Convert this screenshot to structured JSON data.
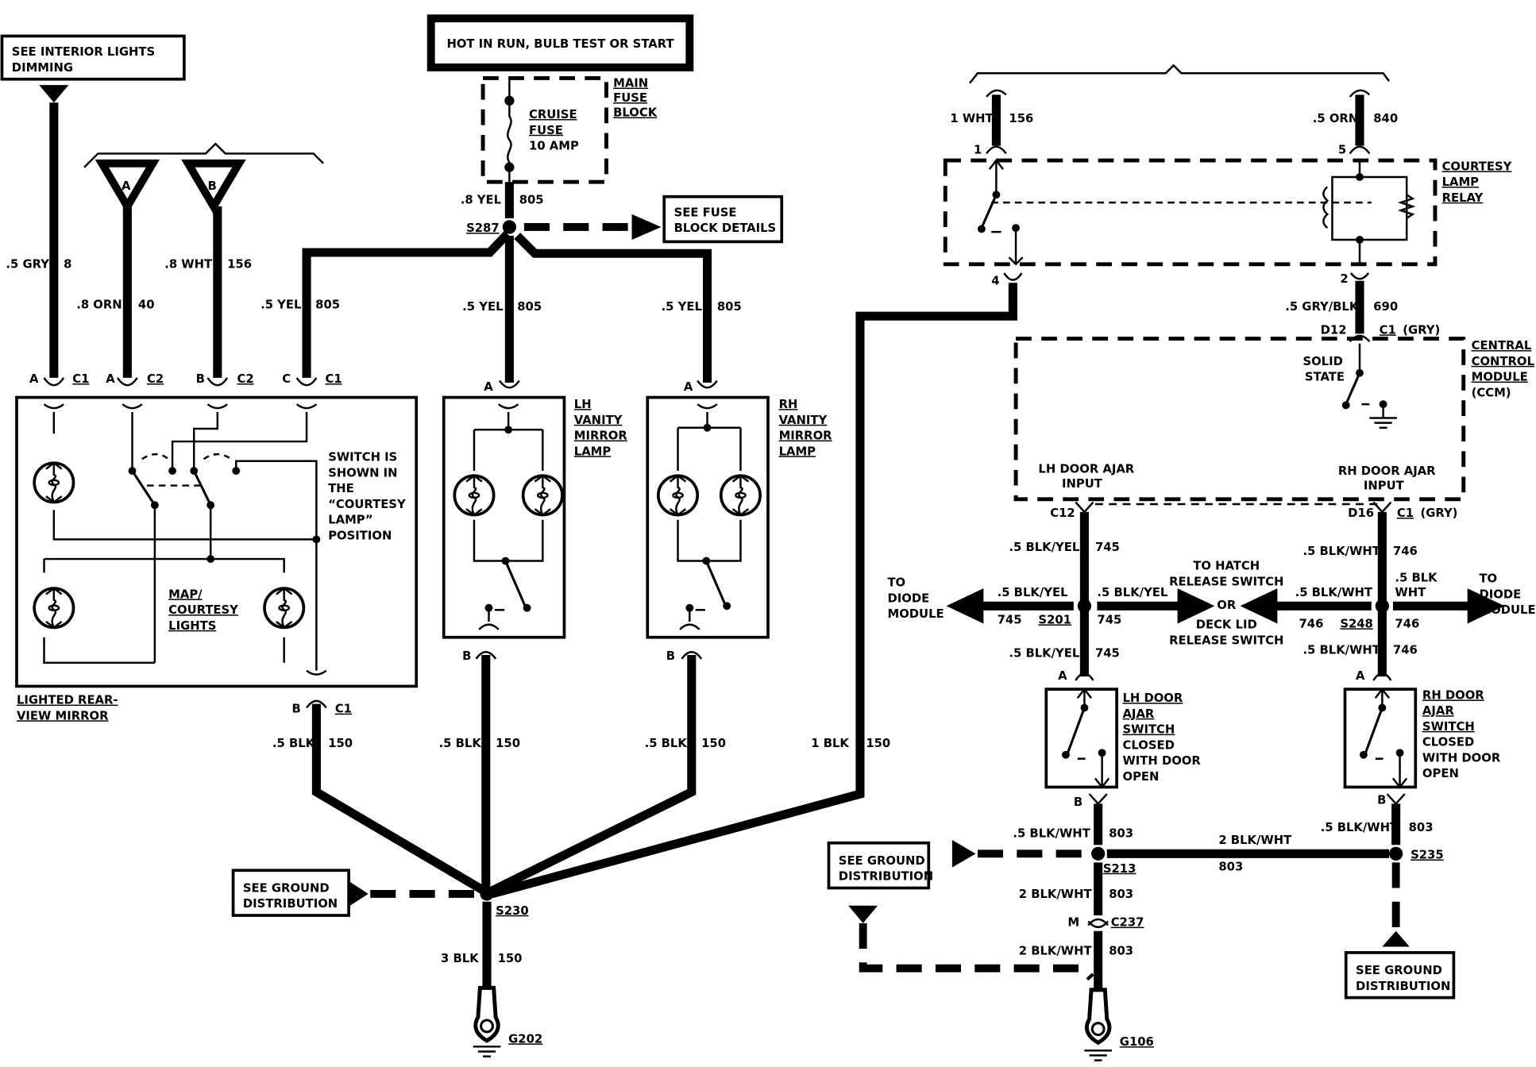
{
  "diagram": {
    "type": "wiring-schematic",
    "title": "Courtesy / Interior Lamp Circuit",
    "colors": {
      "ink": "#000000",
      "background": "#ffffff"
    }
  },
  "power_source": {
    "label": "HOT IN RUN, BULB TEST OR START",
    "fuse_block_label": [
      "MAIN",
      "FUSE",
      "BLOCK"
    ],
    "fuse_label": [
      "CRUISE",
      "FUSE",
      "10 AMP"
    ],
    "feed_wire": {
      "gauge_color": ".8 YEL",
      "circuit": "805"
    },
    "splice": "S287",
    "see_fuse_block": [
      "SEE FUSE",
      "BLOCK DETAILS"
    ]
  },
  "interior_lights_ref": [
    "SEE INTERIOR LIGHTS",
    "DIMMING"
  ],
  "connectors_ab": [
    "A",
    "B"
  ],
  "rearview_mirror": {
    "label": [
      "LIGHTED REAR-",
      "VIEW MIRROR"
    ],
    "switch_note": [
      "SWITCH IS",
      "SHOWN IN",
      "THE",
      "“COURTESY",
      "LAMP”",
      "POSITION"
    ],
    "lights_label": [
      "MAP/",
      "COURTESY",
      "LIGHTS"
    ],
    "inputs": [
      {
        "gauge_color": ".5 GRY",
        "circuit": "8",
        "pin": "A",
        "connector": "C1"
      },
      {
        "gauge_color": ".8 ORN",
        "circuit": "40",
        "pin": "A",
        "connector": "C2"
      },
      {
        "gauge_color": ".8 WHT",
        "circuit": "156",
        "pin": "B",
        "connector": "C2"
      },
      {
        "gauge_color": ".5 YEL",
        "circuit": "805",
        "pin": "C",
        "connector": "C1"
      }
    ],
    "ground": {
      "gauge_color": ".5 BLK",
      "circuit": "150",
      "pin": "B",
      "connector": "C1"
    }
  },
  "lh_vanity": {
    "label": [
      "LH",
      "VANITY",
      "MIRROR",
      "LAMP"
    ],
    "input": {
      "gauge_color": ".5 YEL",
      "circuit": "805",
      "pin": "A"
    },
    "ground": {
      "gauge_color": ".5 BLK",
      "circuit": "150",
      "pin": "B"
    }
  },
  "rh_vanity": {
    "label": [
      "RH",
      "VANITY",
      "MIRROR",
      "LAMP"
    ],
    "input": {
      "gauge_color": ".5 YEL",
      "circuit": "805",
      "pin": "A"
    },
    "ground": {
      "gauge_color": ".5 BLK",
      "circuit": "150",
      "pin": "B"
    }
  },
  "relay_ground": {
    "gauge_color": "1 BLK",
    "circuit": "150"
  },
  "ground_left": {
    "splice": "S230",
    "see_ground": [
      "SEE GROUND",
      "DISTRIBUTION"
    ],
    "to_ground": {
      "gauge_color": "3 BLK",
      "circuit": "150"
    },
    "ground_point": "G202"
  },
  "courtesy_relay": {
    "label": [
      "COURTESY",
      "LAMP",
      "RELAY"
    ],
    "pin1": {
      "pin": "1",
      "gauge_color": "1 WHT",
      "circuit": "156"
    },
    "pin5": {
      "pin": "5",
      "gauge_color": ".5 ORN",
      "circuit": "840"
    },
    "pin4": "4",
    "pin2": {
      "pin": "2",
      "gauge_color": ".5 GRY/BLK",
      "circuit": "690"
    }
  },
  "ccm": {
    "label": [
      "CENTRAL",
      "CONTROL",
      "MODULE",
      "(CCM)"
    ],
    "top_connector": {
      "pin": "D12",
      "connector": "C1",
      "color": "(GRY)"
    },
    "solid_state": [
      "SOLID",
      "STATE"
    ],
    "lh_input": [
      "LH DOOR AJAR",
      "INPUT"
    ],
    "rh_input": [
      "RH DOOR AJAR",
      "INPUT"
    ],
    "lh_pin": "C12",
    "rh_pin": {
      "pin": "D16",
      "connector": "C1",
      "color": "(GRY)"
    }
  },
  "lh_door": {
    "wire_top": {
      "gauge_color": ".5 BLK/YEL",
      "circuit": "745"
    },
    "splice": "S201",
    "left_branch": {
      "gauge_color": ".5 BLK/YEL",
      "circuit": "745"
    },
    "right_branch": {
      "gauge_color": ".5 BLK/YEL",
      "circuit": "745"
    },
    "wire_bottom": {
      "gauge_color": ".5 BLK/YEL",
      "circuit": "745"
    },
    "to_diode": [
      "TO",
      "DIODE",
      "MODULE"
    ],
    "switch_label": [
      "LH DOOR",
      "AJAR",
      "SWITCH"
    ],
    "switch_note": [
      "CLOSED",
      "WITH DOOR",
      "OPEN"
    ],
    "pin_a": "A",
    "pin_b": "B",
    "ground_wire": {
      "gauge_color": ".5 BLK/WHT",
      "circuit": "803"
    }
  },
  "hatch_release": [
    "TO HATCH",
    "RELEASE SWITCH",
    "OR",
    "DECK LID",
    "RELEASE SWITCH"
  ],
  "rh_door": {
    "wire_top": {
      "gauge_color": ".5 BLK/WHT",
      "circuit": "746"
    },
    "splice": "S248",
    "left_branch": {
      "gauge_color": ".5 BLK/WHT",
      "circuit": "746"
    },
    "right_branch": {
      "gauge_color": ".5 BLK",
      "color2": "WHT",
      "circuit": "746"
    },
    "wire_bottom": {
      "gauge_color": ".5 BLK/WHT",
      "circuit": "746"
    },
    "to_diode": [
      "TO",
      "DIODE",
      "MODULE"
    ],
    "switch_label": [
      "RH DOOR",
      "AJAR",
      "SWITCH"
    ],
    "switch_note": [
      "CLOSED",
      "WITH DOOR",
      "OPEN"
    ],
    "pin_a": "A",
    "pin_b": "B",
    "ground_wire": {
      "gauge_color": ".5 BLK/WHT",
      "circuit": "803"
    }
  },
  "ground_right": {
    "splice_left": "S213",
    "splice_right": "S235",
    "bus_wire": {
      "gauge_color": "2 BLK/WHT",
      "circuit": "803"
    },
    "down_wire": {
      "gauge_color": "2 BLK/WHT",
      "circuit": "803"
    },
    "connector": {
      "pin": "M",
      "connector": "C237"
    },
    "to_ground": {
      "gauge_color": "2 BLK/WHT",
      "circuit": "803"
    },
    "ground_point": "G106",
    "see_ground_left": [
      "SEE GROUND",
      "DISTRIBUTION"
    ],
    "see_ground_bottom": [
      "SEE GROUND",
      "DISTRIBUTION"
    ]
  }
}
